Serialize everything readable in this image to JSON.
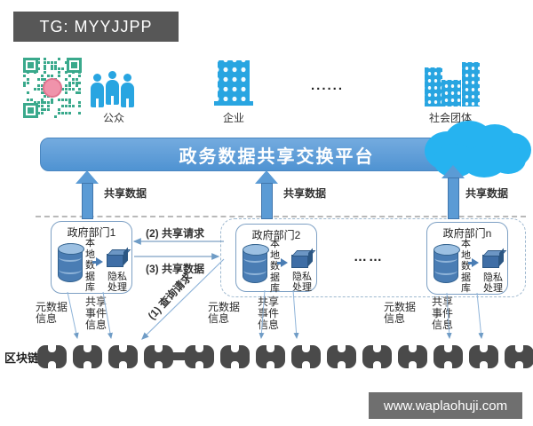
{
  "watermarks": {
    "top_badge": "TG: MYYJJPP",
    "bottom_badge": "www.waplaohuji.com"
  },
  "actors": {
    "public_label": "公众",
    "enterprise_label": "企业",
    "dots": "......",
    "social_label": "社会团体"
  },
  "platform": {
    "title": "政务数据共享交换平台"
  },
  "flows": {
    "share_data_up_1": "共享数据",
    "share_data_up_2": "共享数据",
    "share_data_up_3": "共享数据",
    "share_request": "(2) 共享请求",
    "share_data_exchange": "(3) 共享数据",
    "query_request": "(1) 查询请求"
  },
  "departments": [
    {
      "title": "政府部门1",
      "db_label": "本地数据库",
      "privacy_label": "隐私处理",
      "metadata_label": "元数据信息",
      "event_label": "共享事件信息"
    },
    {
      "title": "政府部门2",
      "db_label": "本地数据库",
      "privacy_label": "隐私处理",
      "metadata_label": "元数据信息",
      "event_label": "共享事件信息"
    },
    {
      "title": "政府部门n",
      "db_label": "本地数据库",
      "privacy_label": "隐私处理",
      "metadata_label": "元数据信息",
      "event_label": "共享事件信息"
    }
  ],
  "dept_dots": "……",
  "blockchain": {
    "label": "区块链"
  },
  "colors": {
    "platform_bar": "#5b9bd5",
    "cloud": "#26b3f0",
    "icon_blue": "#28a5e1",
    "qr_teal": "#3aa98c",
    "chain_dark": "#4a4a4a",
    "badge_gray": "#575757"
  }
}
